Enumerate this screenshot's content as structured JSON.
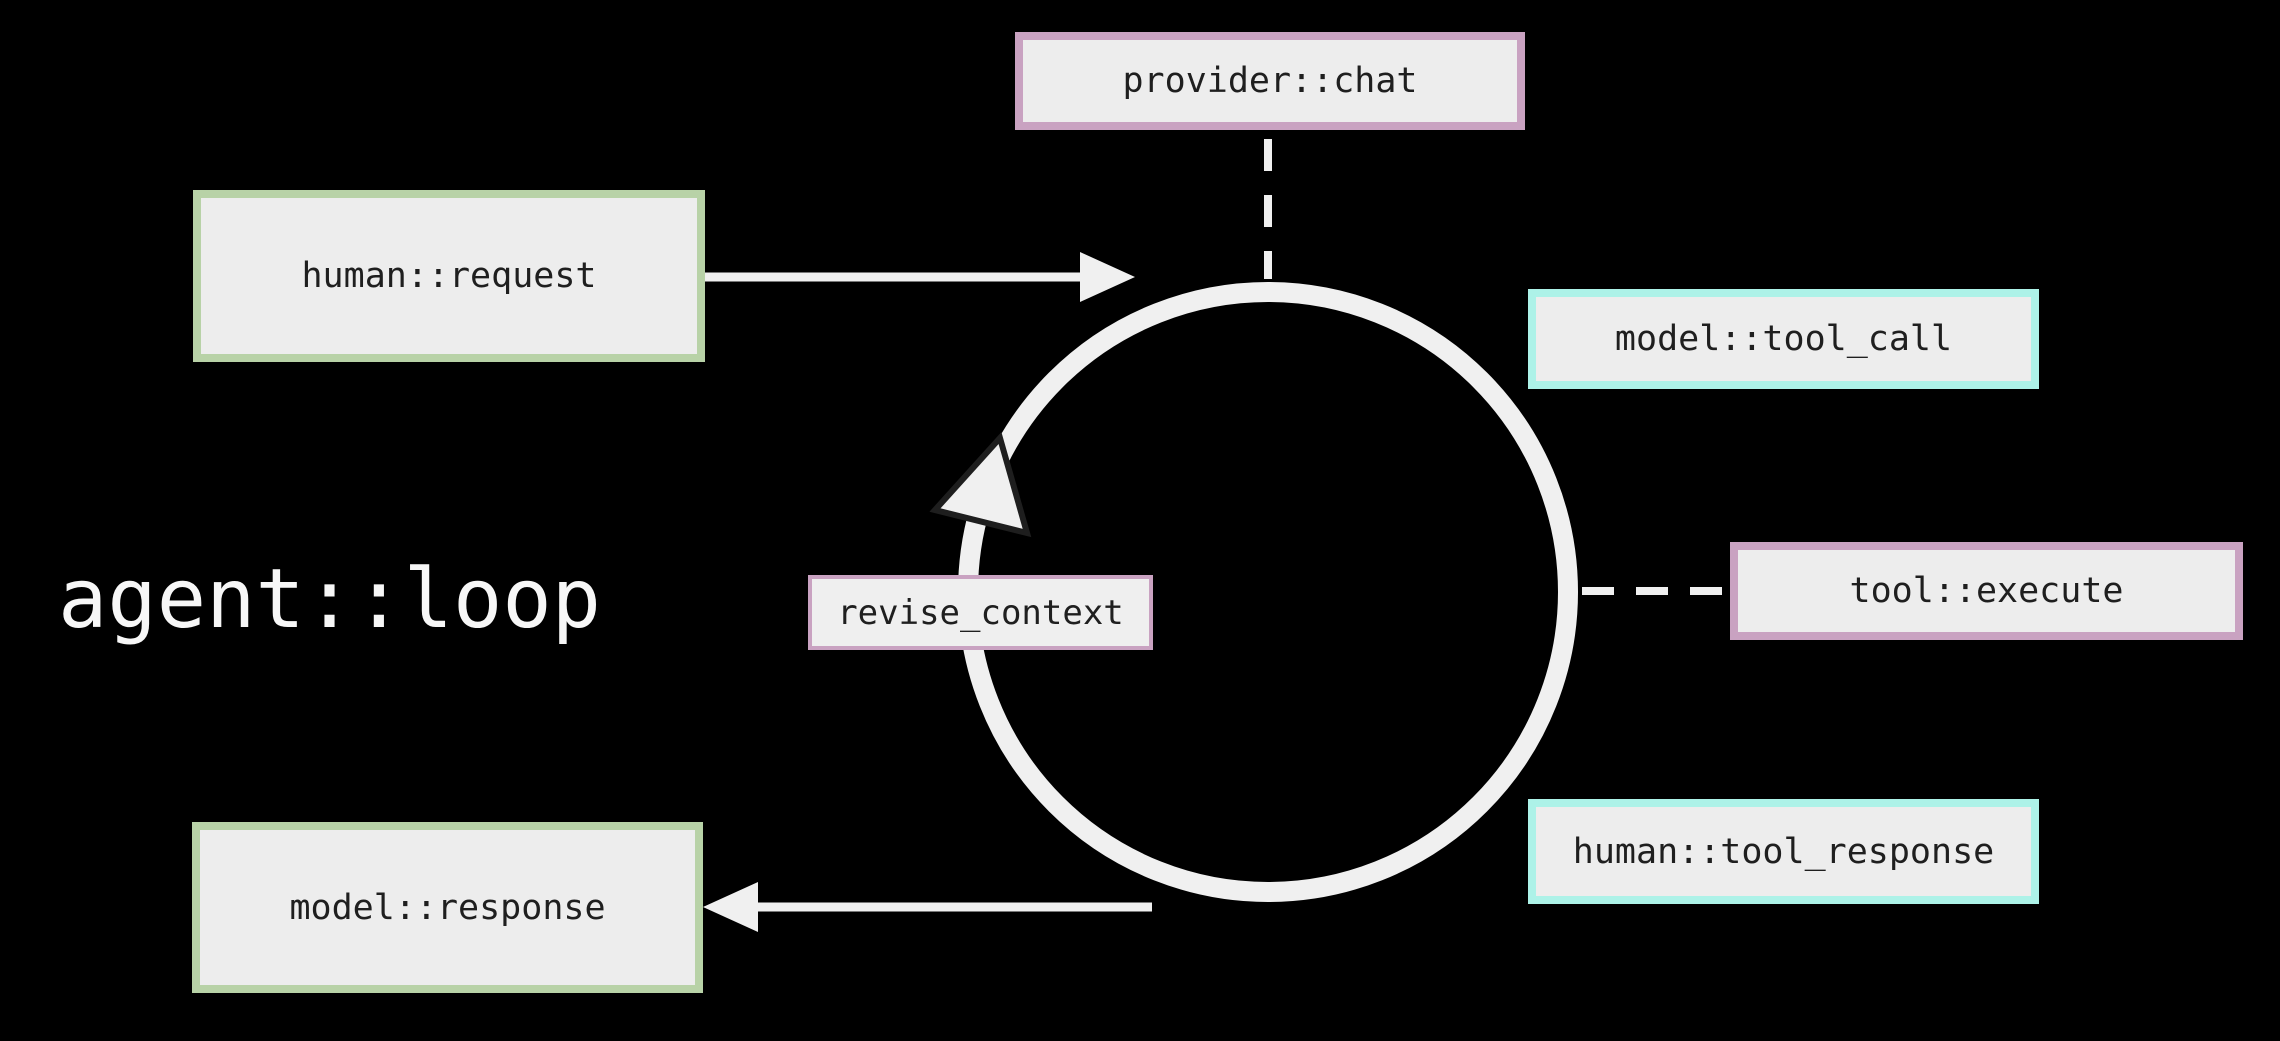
{
  "heading": "agent::loop",
  "nodes": {
    "provider_chat": {
      "label": "provider::chat",
      "border_color": "#c9a2c1"
    },
    "human_request": {
      "label": "human::request",
      "border_color": "#b8d2a7"
    },
    "model_tool_call": {
      "label": "model::tool_call",
      "border_color": "#adf2e8"
    },
    "tool_execute": {
      "label": "tool::execute",
      "border_color": "#c9a2c1"
    },
    "human_tool_response": {
      "label": "human::tool_response",
      "border_color": "#adf2e8"
    },
    "model_response": {
      "label": "model::response",
      "border_color": "#b8d2a7"
    },
    "revise_context": {
      "label": "revise_context",
      "border_color": "#c9a2c1"
    }
  },
  "colors": {
    "background": "#000000",
    "box_fill": "#ededed",
    "loop_stroke": "#f0f0f0",
    "arrow": "#f0f0f0",
    "box_text": "#1f1f1f",
    "title_text": "#f7f7f7",
    "arrowhead_outline": "#1e1e1e"
  },
  "connectors": {
    "provider_chat_to_loop": "dashed",
    "tool_execute_to_loop": "dashed",
    "human_request_to_loop": "solid-arrow",
    "loop_to_model_response": "solid-arrow",
    "loop_direction": "clockwise"
  }
}
